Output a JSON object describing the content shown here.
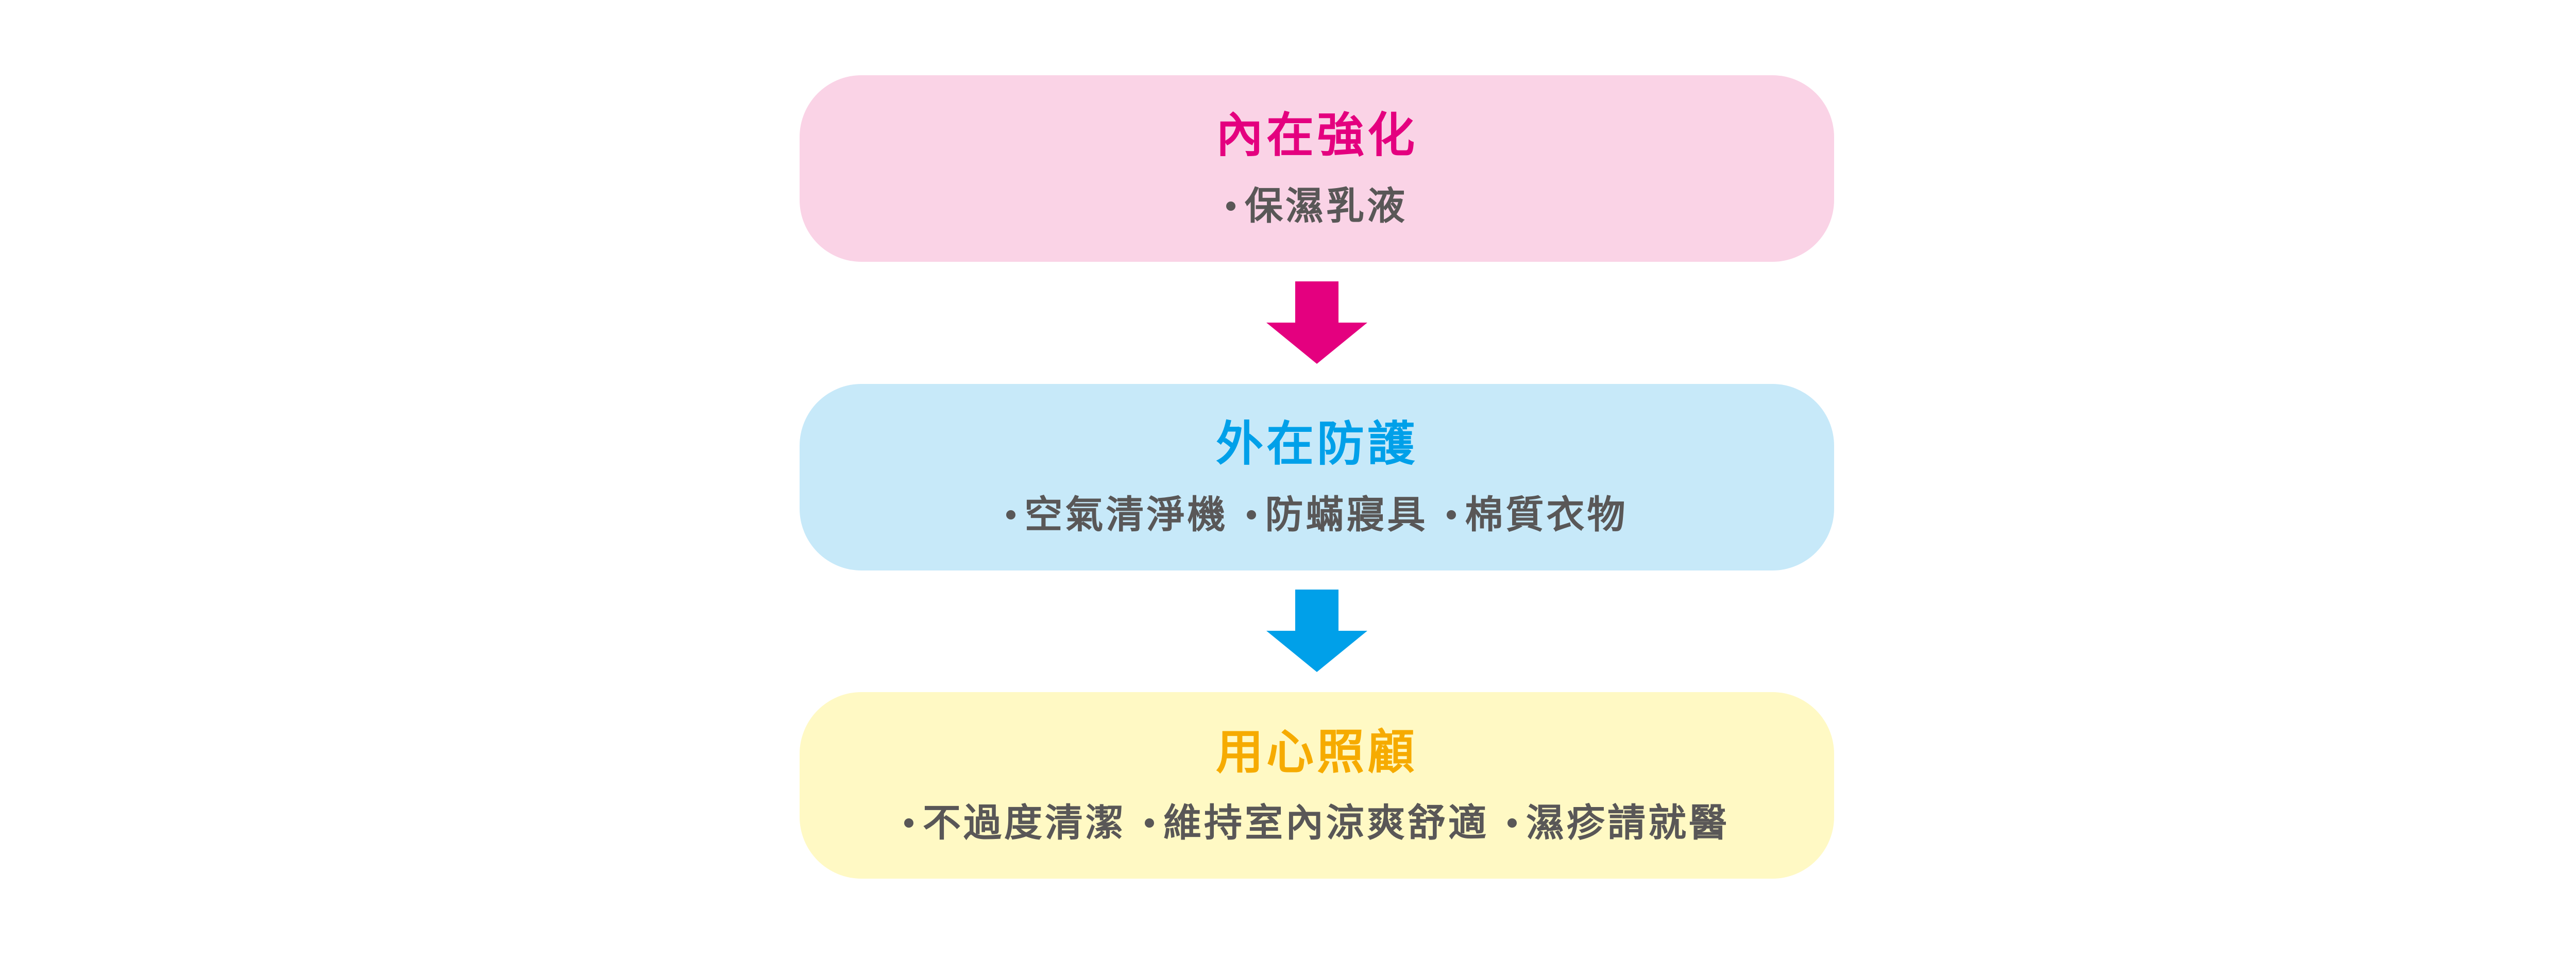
{
  "boxes": [
    {
      "title": "內在強化",
      "items": [
        "保濕乳液"
      ],
      "background": "#fad3e6",
      "title_color": "#e4007f"
    },
    {
      "title": "外在防護",
      "items": [
        "空氣清淨機",
        "防蟎寢具",
        "棉質衣物"
      ],
      "background": "#c7e9f9",
      "title_color": "#00a0e9"
    },
    {
      "title": "用心照顧",
      "items": [
        "不過度清潔",
        "維持室內涼爽舒適",
        "濕疹請就醫"
      ],
      "background": "#fff9c4",
      "title_color": "#f6ab00"
    }
  ],
  "arrows": [
    {
      "color": "#e4007f"
    },
    {
      "color": "#00a0e9"
    }
  ],
  "text_color": "#595757"
}
